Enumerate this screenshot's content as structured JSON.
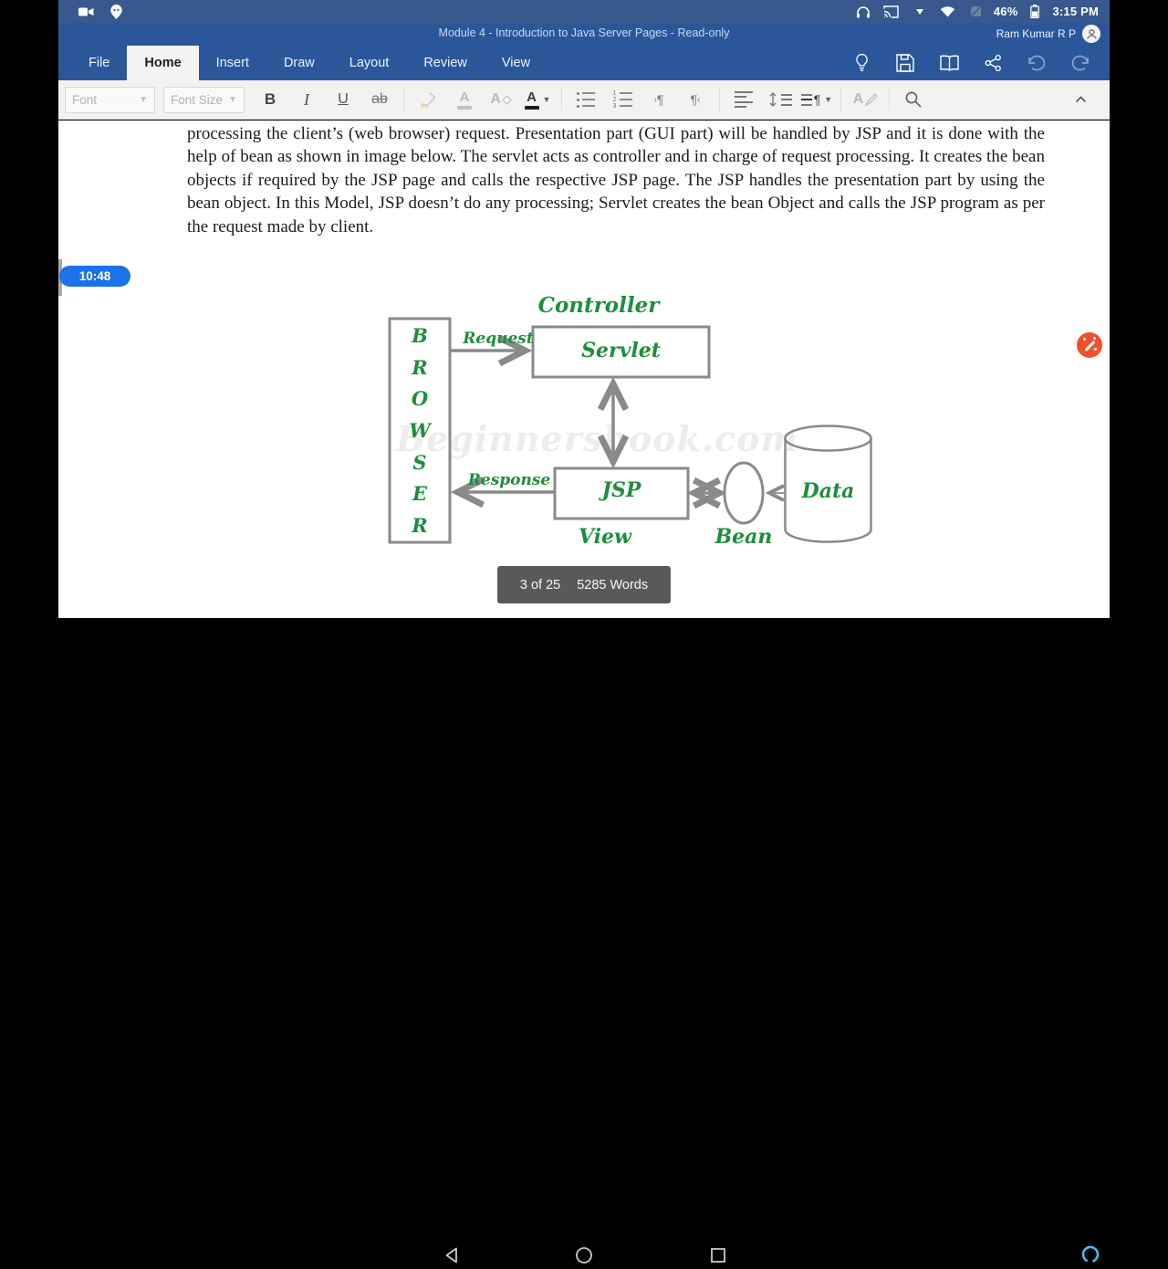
{
  "status_bar": {
    "battery": "46%",
    "time": "3:15 PM",
    "left_icons": [
      "video-camera-icon",
      "location-pin-icon"
    ],
    "right_icons": [
      "headphones-icon",
      "cast-icon",
      "signal-icon",
      "wifi-icon",
      "no-sim-icon",
      "battery-icon"
    ]
  },
  "title_bar": {
    "title": "Module 4 - Introduction to Java Server Pages - Read-only",
    "user": "Ram Kumar R P"
  },
  "ribbon": {
    "tabs": [
      "File",
      "Home",
      "Insert",
      "Draw",
      "Layout",
      "Review",
      "View"
    ],
    "active_tab": "Home",
    "action_icons": [
      "lightbulb-icon",
      "save-icon",
      "read-view-icon",
      "share-icon",
      "undo-icon",
      "redo-icon"
    ]
  },
  "toolbar": {
    "font_placeholder": "Font",
    "font_size_placeholder": "Font Size",
    "bold": "B",
    "italic": "I",
    "underline": "U",
    "strikethrough": "ab"
  },
  "document": {
    "paragraph": "processing the client’s (web browser) request. Presentation part (GUI part) will be handled by JSP and it is done with the help of bean as shown in image below. The servlet acts as controller and in charge of request processing. It creates the bean objects if required by the JSP page and calls the respective JSP page. The JSP handles the presentation part by using the bean object. In this Model, JSP doesn’t do any processing; Servlet creates the bean Object and calls the JSP program as per the request made by client."
  },
  "timestamp_badge": "10:48",
  "diagram": {
    "controller": "Controller",
    "servlet": "Servlet",
    "browser_letters": [
      "B",
      "R",
      "O",
      "W",
      "S",
      "E",
      "R"
    ],
    "request": "Request",
    "response": "Response",
    "jsp": "JSP",
    "view": "View",
    "bean": "Bean",
    "data": "Data",
    "watermark": "Beginnersbook.com"
  },
  "status_toast": {
    "page": "3 of 25",
    "words": "5285 Words"
  },
  "colors": {
    "ribbon_blue": "#2b579a",
    "status_blue": "#38588e",
    "badge_blue": "#1a73e8",
    "diagram_green": "#1e8e3e",
    "toast_gray": "#595959",
    "fab_orange": "#f1512a",
    "alexa_blue": "#3fc1f0"
  }
}
